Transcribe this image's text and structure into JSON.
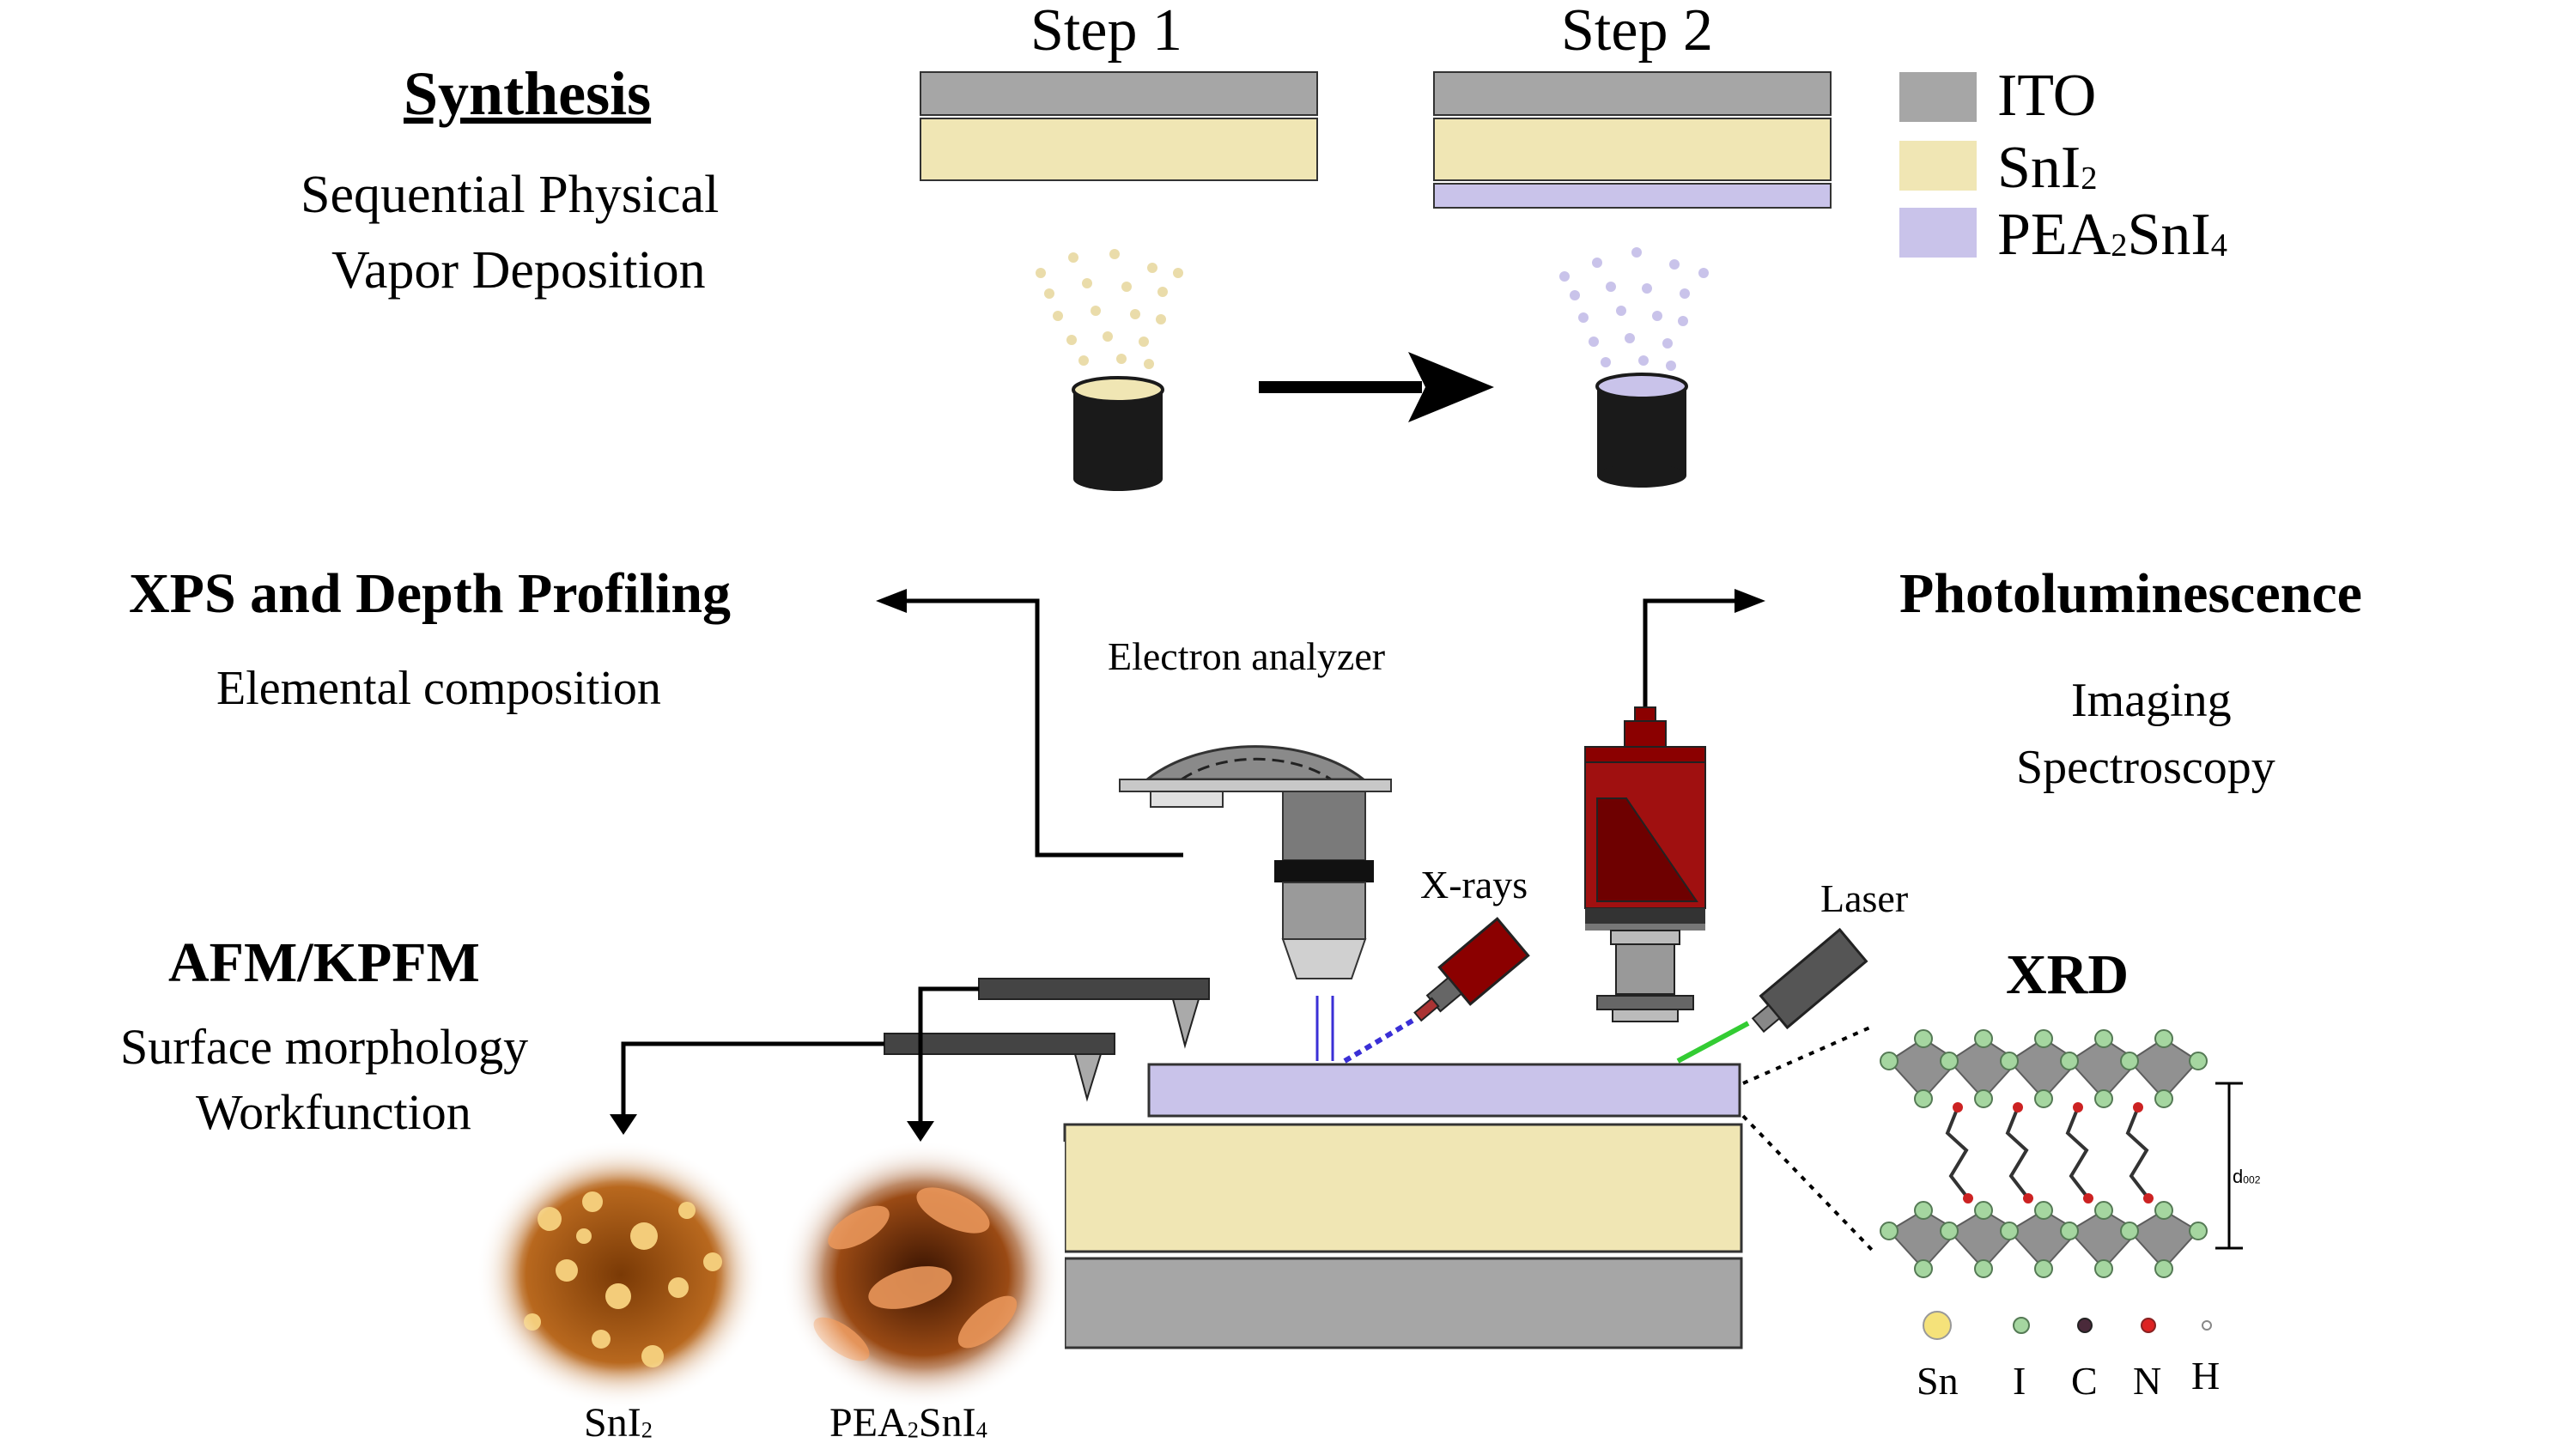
{
  "synthesis": {
    "title": "Synthesis",
    "method_line1": "Sequential Physical",
    "method_line2": "Vapor Deposition",
    "step1": "Step 1",
    "step2": "Step 2"
  },
  "legend": {
    "ito": "ITO",
    "sni2_main": "SnI",
    "sni2_sub": "2",
    "pea_a": "PEA",
    "pea_sub1": "2",
    "pea_b": "SnI",
    "pea_sub2": "4"
  },
  "xps": {
    "title": "XPS and Depth Profiling",
    "subtitle": "Elemental composition",
    "analyzer_label": "Electron analyzer",
    "xrays_label": "X-rays"
  },
  "pl": {
    "title": "Photoluminescence",
    "line1": "Imaging",
    "line2": "Spectroscopy",
    "laser_label": "Laser"
  },
  "afm": {
    "title": "AFM/KPFM",
    "line1": "Surface morphology",
    "line2": "Workfunction",
    "img1_main": "SnI",
    "img1_sub": "2",
    "img2_a": "PEA",
    "img2_sub1": "2",
    "img2_b": "SnI",
    "img2_sub2": "4"
  },
  "xrd": {
    "title": "XRD",
    "d_label": "d",
    "d_sub": "002",
    "atoms": [
      "Sn",
      "I",
      "C",
      "N",
      "H"
    ]
  },
  "colors": {
    "ito": "#a6a6a6",
    "sni2": "#f0e6b4",
    "pea2sni4": "#c9c3ea",
    "crucible": "#1a1a1a",
    "pl_red": "#8b0000",
    "laser_green": "#33cc33",
    "xray_blue": "#3a2fd6"
  }
}
